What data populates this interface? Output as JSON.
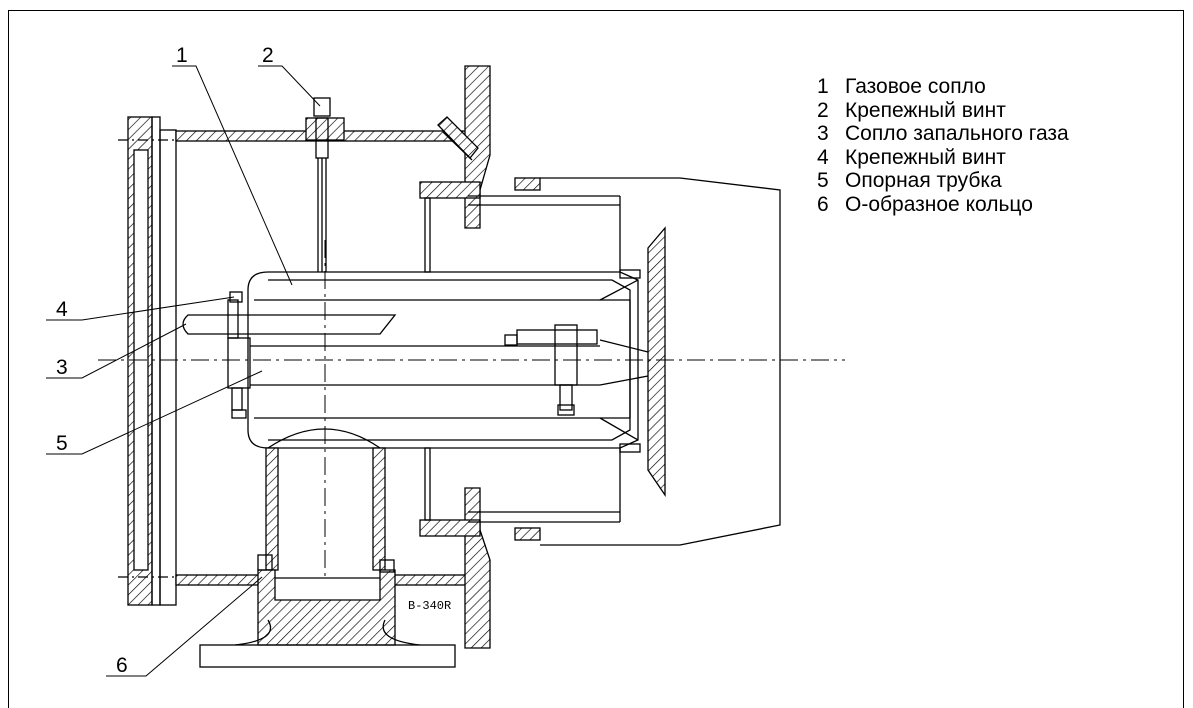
{
  "legend": [
    {
      "num": "1",
      "label": "Газовое сопло"
    },
    {
      "num": "2",
      "label": "Крепежный винт"
    },
    {
      "num": "3",
      "label": "Сопло запального газа"
    },
    {
      "num": "4",
      "label": "Крепежный винт"
    },
    {
      "num": "5",
      "label": "Опорная трубка"
    },
    {
      "num": "6",
      "label": "О-образное кольцо"
    }
  ],
  "callouts": {
    "c1": "1",
    "c2": "2",
    "c3": "3",
    "c4": "4",
    "c5": "5",
    "c6": "6"
  },
  "drawing_code": "B-340R"
}
